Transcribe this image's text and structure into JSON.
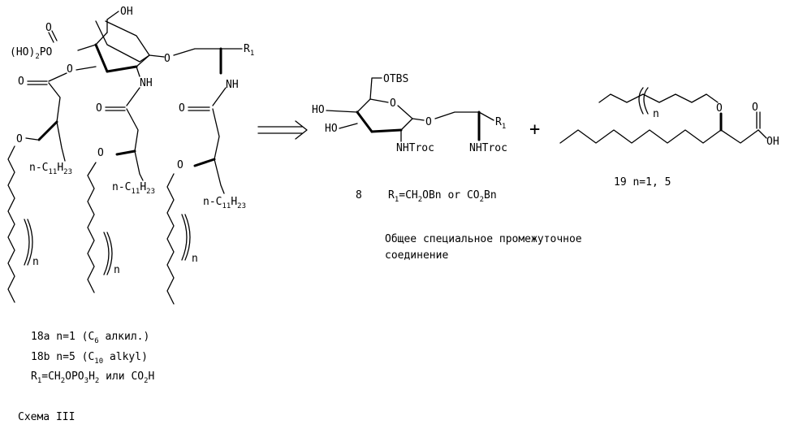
{
  "compound_18": {
    "atoms": {
      "oh": "OH",
      "phosphate": "(HO)",
      "phosphate_sub": "2",
      "phosphate_tail": "PO",
      "ring_o": "O",
      "carbonyl_o": "O",
      "ester_o": "O",
      "glyco_o": "O",
      "nh1": "NH",
      "nh2": "NH",
      "amide1_o": "O",
      "amide2_o": "O",
      "ether1_o": "O",
      "ether2_o": "O",
      "ether3_o": "O",
      "r1": "R",
      "r1_sub": "1",
      "n1": "n",
      "n2": "n",
      "n3": "n"
    },
    "alkyl_prefix": "n-C",
    "alkyl_sub_a": "11",
    "alkyl_mid": "H",
    "alkyl_sub_b": "23",
    "labels": {
      "line1_a": "18a n=1 (C",
      "line1_sub": "6",
      "line1_b": " алкил.)",
      "line2_a": "18b n=5 (C",
      "line2_sub": "10",
      "line2_b": " alkyl)",
      "line3_r": "R",
      "line3_rsub": "1",
      "line3_a": "=CH",
      "line3_s1": "2",
      "line3_b": "OPO",
      "line3_s2": "3",
      "line3_c": "H",
      "line3_s3": "2",
      "line3_d": " или CO",
      "line3_s4": "2",
      "line3_e": "H"
    }
  },
  "compound_8": {
    "atoms": {
      "otbs": "OTBS",
      "ho": "HO",
      "ho2": "HO",
      "ring_o": "O",
      "glyco_o": "O",
      "nhtroc1": "NHTroc",
      "nhtroc2": "NHTroc",
      "r1": "R",
      "r1_sub": "1"
    },
    "number": "8",
    "label_r": "R",
    "label_rsub": "1",
    "label_a": "=CH",
    "label_s1": "2",
    "label_b": "OBn or CO",
    "label_s2": "2",
    "label_c": "Bn"
  },
  "compound_19": {
    "atoms": {
      "o": "O",
      "oh": "OH",
      "acid_o": "O",
      "n": "n"
    },
    "label": "19  n=1, 5"
  },
  "plus": "+",
  "intermediate_caption_line1": "Общее специальное промежуточное",
  "intermediate_caption_line2": "соединение",
  "scheme_title": "Схема III"
}
